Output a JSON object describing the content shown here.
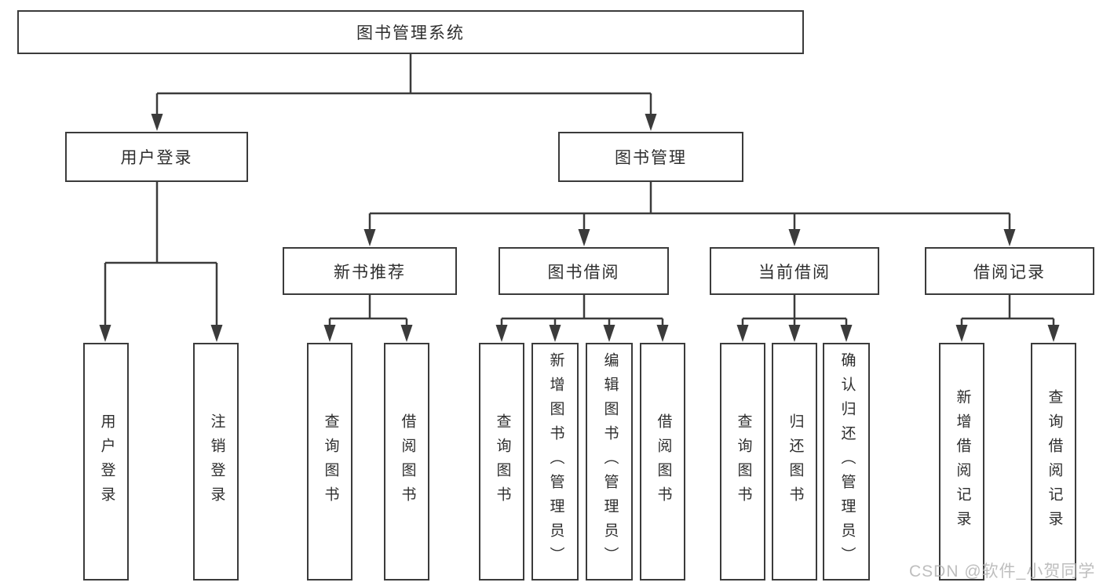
{
  "title": "图书管理系统",
  "tree": {
    "root": {
      "label": "图书管理系统"
    },
    "branches": [
      {
        "label": "用户登录",
        "children": [
          {
            "label": "用户登录"
          },
          {
            "label": "注销登录"
          }
        ]
      },
      {
        "label": "图书管理",
        "sections": [
          {
            "label": "新书推荐",
            "children": [
              {
                "label": "查询图书"
              },
              {
                "label": "借阅图书"
              }
            ]
          },
          {
            "label": "图书借阅",
            "children": [
              {
                "label": "查询图书"
              },
              {
                "label": "新增图书（管理员）"
              },
              {
                "label": "编辑图书（管理员）"
              },
              {
                "label": "借阅图书"
              }
            ]
          },
          {
            "label": "当前借阅",
            "children": [
              {
                "label": "查询图书"
              },
              {
                "label": "归还图书"
              },
              {
                "label": "确认归还（管理员）"
              }
            ]
          },
          {
            "label": "借阅记录",
            "children": [
              {
                "label": "新增借阅记录"
              },
              {
                "label": "查询借阅记录"
              }
            ]
          }
        ]
      }
    ]
  },
  "watermark": "CSDN @软件_小贺同学",
  "colors": {
    "line": "#3b3b3b",
    "box_border": "#3b3b3b",
    "box_fill": "#ffffff",
    "text": "#2e2e2e",
    "watermark": "#b3b3b3",
    "background": "#ffffff"
  }
}
